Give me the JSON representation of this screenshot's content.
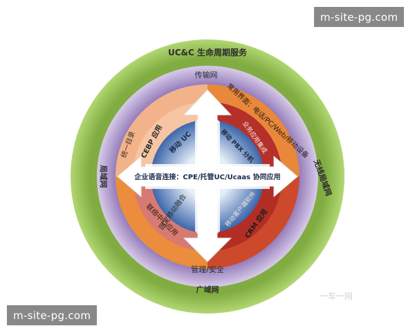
{
  "diagram": {
    "outer_ring": {
      "title": "UC&C 生命周期服务",
      "left": "局域网",
      "right": "无线局域网",
      "bottom": "广域网"
    },
    "transport_ring": {
      "top": "传输网",
      "bottom": "管理/安全"
    },
    "app_ring": {
      "top_left": "统一目录",
      "top_right": "常用界面：电话/PC/Web/移动设备",
      "bottom_left": "联络中心应用",
      "bottom_right": "CRM 应用"
    },
    "inner_ring": {
      "top_left": "CEBP 应用",
      "top_right": "业务应用集成",
      "bottom_left": "固定移动融合",
      "bottom_right": "移动客户端软件"
    },
    "core": {
      "top_left": "移动 UC",
      "top_right": "移动 PBX 分机",
      "center": "企业语音连接：CPE/托管UC/Ucaas 协同应用"
    },
    "colors": {
      "outer_green": "#94c24f",
      "transport_purple": "#9a83bd",
      "orange": "#e9893a",
      "red": "#c13a2c",
      "blue": "#4d78b8",
      "peach": "#f1b48a"
    }
  },
  "watermarks": {
    "top": "m-site-pg.com",
    "bottom": "m-site-pg.com",
    "faint": "一车一网"
  }
}
